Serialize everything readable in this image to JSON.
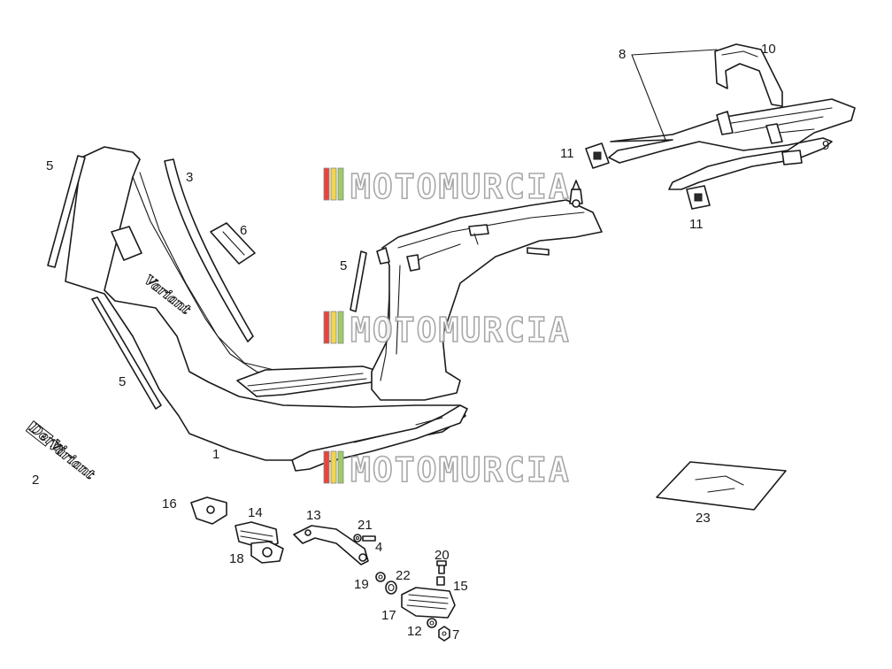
{
  "labels": [
    {
      "id": "1",
      "text": "1"
    },
    {
      "id": "2",
      "text": "2"
    },
    {
      "id": "3",
      "text": "3"
    },
    {
      "id": "4",
      "text": "4"
    },
    {
      "id": "5a",
      "text": "5"
    },
    {
      "id": "5b",
      "text": "5"
    },
    {
      "id": "5c",
      "text": "5"
    },
    {
      "id": "6",
      "text": "6"
    },
    {
      "id": "7",
      "text": "7"
    },
    {
      "id": "8",
      "text": "8"
    },
    {
      "id": "9",
      "text": "9"
    },
    {
      "id": "10",
      "text": "10"
    },
    {
      "id": "11a",
      "text": "11"
    },
    {
      "id": "11b",
      "text": "11"
    },
    {
      "id": "12",
      "text": "12"
    },
    {
      "id": "13",
      "text": "13"
    },
    {
      "id": "14",
      "text": "14"
    },
    {
      "id": "15",
      "text": "15"
    },
    {
      "id": "16",
      "text": "16"
    },
    {
      "id": "17",
      "text": "17"
    },
    {
      "id": "18",
      "text": "18"
    },
    {
      "id": "19",
      "text": "19"
    },
    {
      "id": "20",
      "text": "20"
    },
    {
      "id": "21",
      "text": "21"
    },
    {
      "id": "22",
      "text": "22"
    },
    {
      "id": "23",
      "text": "23"
    }
  ],
  "watermark": {
    "text": "MOTOMURCIA",
    "colors": [
      "#e8453c",
      "#f2d64b",
      "#9ccc65",
      "#b0b0b0"
    ]
  },
  "emblem": {
    "brand": "Derbi",
    "model": "Variant"
  }
}
